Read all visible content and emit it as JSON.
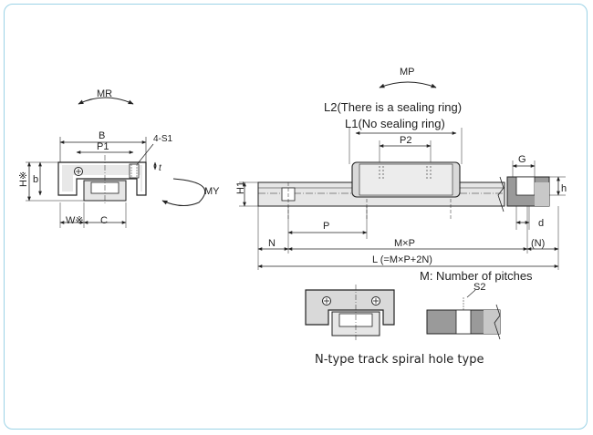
{
  "labels": {
    "mr": "MR",
    "my": "MY",
    "mp": "MP",
    "b_upper": "B",
    "p1": "P1",
    "four_s1": "4-S1",
    "h_star": "H※",
    "b_lower": "b",
    "t": "t",
    "w_star": "W※",
    "c": "C",
    "l2": "L2(There is a sealing ring)",
    "l1": "L1(No sealing ring)",
    "p2": "P2",
    "g": "G",
    "h_lower": "h",
    "h1": "H1",
    "d": "d",
    "n": "N",
    "p": "P",
    "mxp": "M×P",
    "n_paren": "(N)",
    "l_total": "L (=M×P+2N)",
    "pitches_note": "M: Number of pitches",
    "s2": "S2",
    "caption": "N-type track spiral hole type"
  },
  "colors": {
    "frame": "#9cd3e6",
    "line": "#222222",
    "block_fill": "#d9d9d9",
    "rail_fill": "#e6e6e6",
    "dark_fill": "#9a9a9a"
  }
}
